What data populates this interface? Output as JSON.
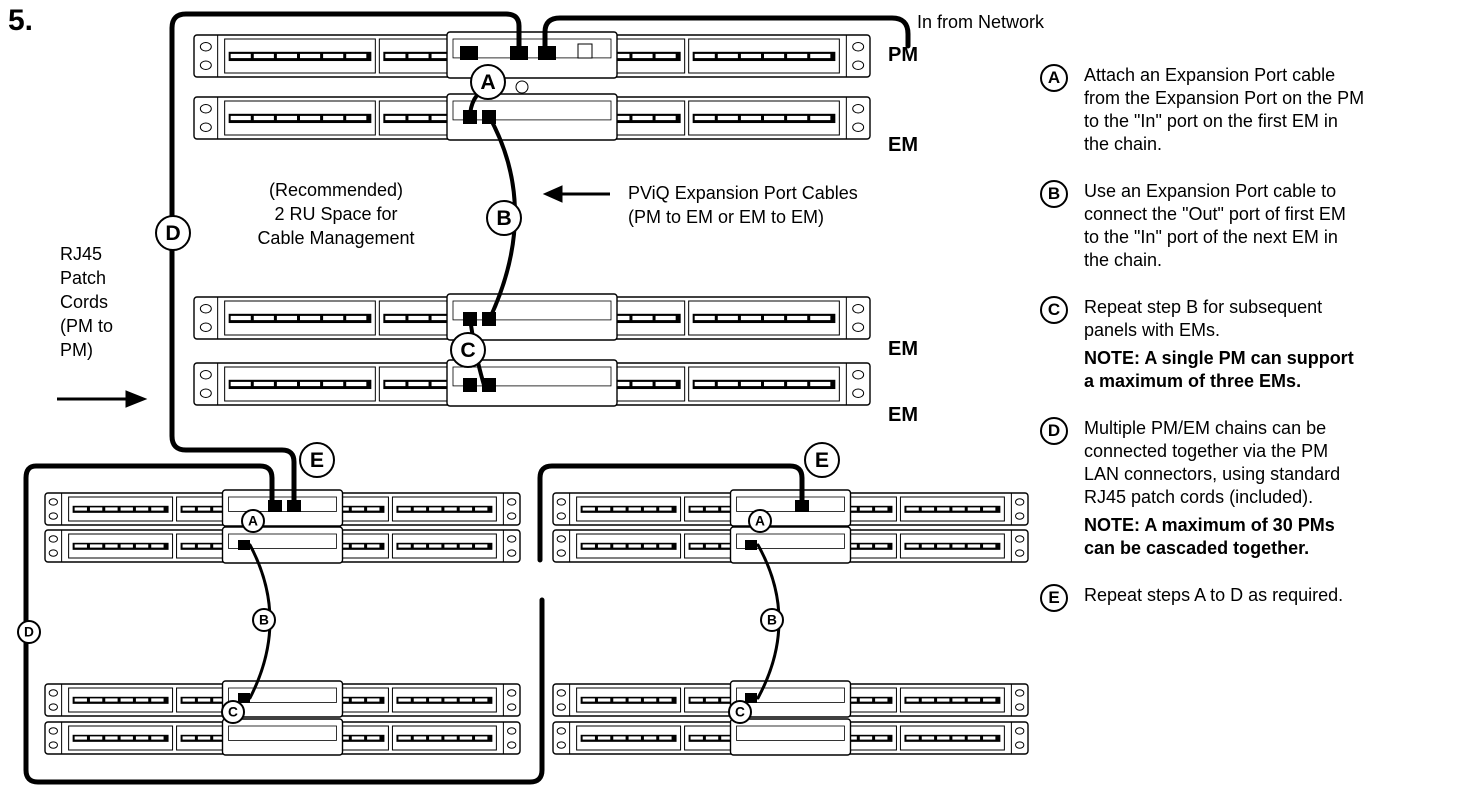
{
  "step_number": "5.",
  "network_label": "In from Network",
  "panel_labels": {
    "pm": "PM",
    "em1": "EM",
    "em2": "EM",
    "em3": "EM"
  },
  "cable_mgmt_label": [
    "(Recommended)",
    "2 RU Space for",
    "Cable Management"
  ],
  "expansion_cables_label": [
    "PViQ Expansion Port Cables",
    "(PM to EM or EM to EM)"
  ],
  "patch_cords_label": [
    "RJ45",
    "Patch",
    "Cords",
    "(PM to",
    "PM)"
  ],
  "callouts": {
    "a": "A",
    "b": "B",
    "c": "C",
    "d": "D",
    "e": "E"
  },
  "steps": [
    {
      "letter": "A",
      "lines": [
        "Attach an Expansion Port cable",
        "from the Expansion Port on the PM",
        "to the \"In\" port on the first EM in",
        "the chain."
      ],
      "note": []
    },
    {
      "letter": "B",
      "lines": [
        "Use an Expansion Port cable to",
        "connect the \"Out\" port of first EM",
        "to the \"In\" port of the next EM in",
        "the chain."
      ],
      "note": []
    },
    {
      "letter": "C",
      "lines": [
        "Repeat step B for subsequent",
        "panels with EMs."
      ],
      "note": [
        "NOTE: A single PM can support",
        "a maximum of three EMs."
      ]
    },
    {
      "letter": "D",
      "lines": [
        "Multiple PM/EM chains can be",
        "connected together via the PM",
        "LAN connectors, using standard",
        "RJ45 patch cords (included)."
      ],
      "note": [
        "NOTE: A maximum of 30 PMs",
        "can be cascaded together."
      ]
    },
    {
      "letter": "E",
      "lines": [
        "Repeat steps A to D as required."
      ],
      "note": []
    }
  ]
}
